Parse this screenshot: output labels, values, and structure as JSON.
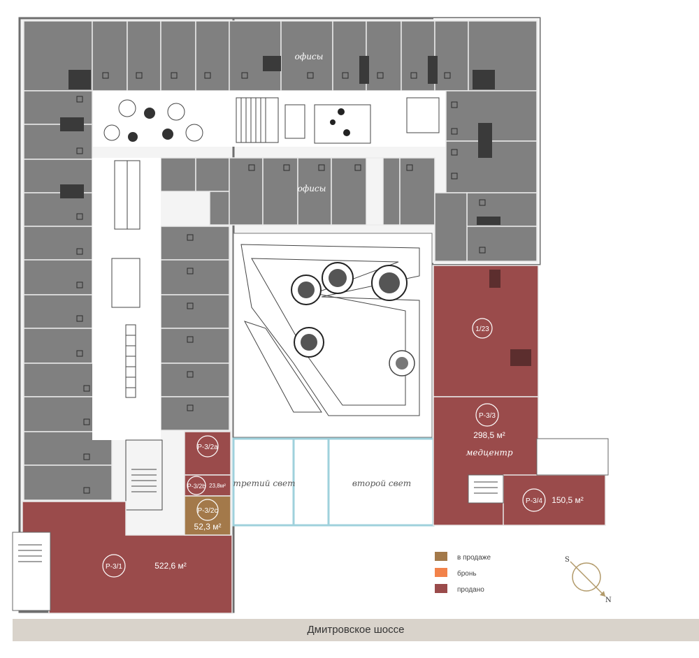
{
  "road": {
    "name": "Дмитровское шоссе"
  },
  "zone_labels": {
    "offices_top": "офисы",
    "offices_mid": "офисы",
    "third_light": "третий свет",
    "second_light": "второй свет"
  },
  "units": {
    "u123": {
      "id": "1/23",
      "area": "",
      "status": "sold"
    },
    "p33": {
      "id": "Р-3/3",
      "area": "298,5 м²",
      "note": "медцентр",
      "status": "sold"
    },
    "p34": {
      "id": "Р-3/4",
      "area": "150,5 м²",
      "status": "sold"
    },
    "p31": {
      "id": "Р-3/1",
      "area": "522,6 м²",
      "status": "sold"
    },
    "p32a": {
      "id": "Р-3/2a",
      "area": "",
      "status": "sold"
    },
    "p32b": {
      "id": "Р-3/2b",
      "area": "23,8м²",
      "status": "sold"
    },
    "p32c": {
      "id": "Р-3/2c",
      "area": "52,3 м²",
      "status": "for_sale"
    }
  },
  "legend": [
    {
      "label": "в продаже",
      "color": "#a3794a"
    },
    {
      "label": "бронь",
      "color": "#f2824a"
    },
    {
      "label": "продано",
      "color": "#9a4b4b"
    }
  ],
  "compass": {
    "south": "S",
    "north": "N"
  },
  "colors": {
    "office": "#808080",
    "sold": "#9a4b4b",
    "for_sale": "#a3794a",
    "reserved": "#f2824a",
    "glass": "#9fd1dc"
  }
}
